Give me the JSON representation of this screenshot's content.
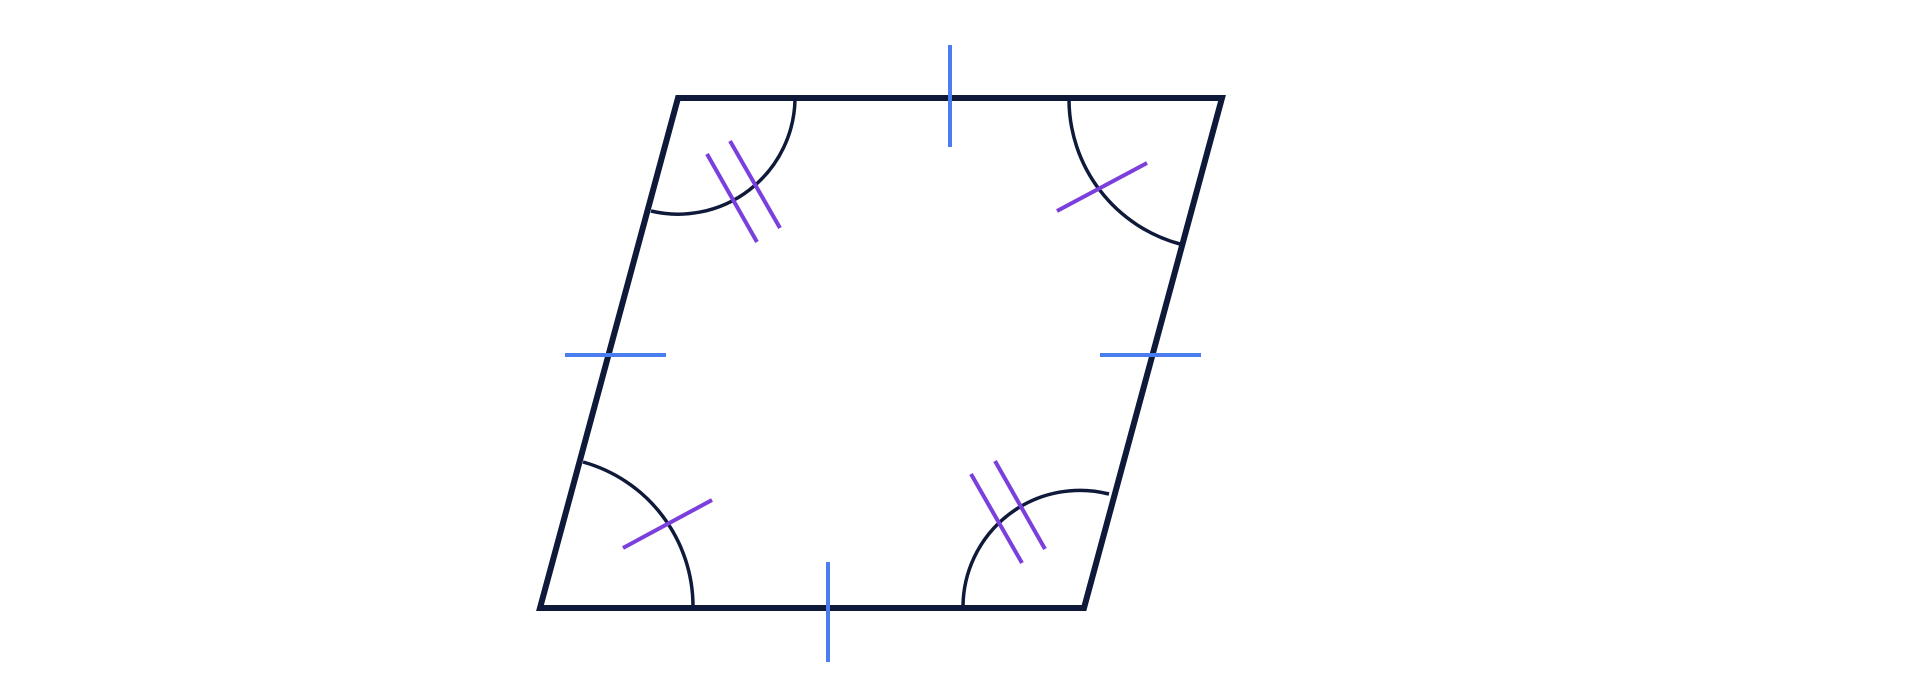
{
  "figure": {
    "shape": "rhombus",
    "colors": {
      "outline": "#0f1a3a",
      "side_ticks": "#4a7ef0",
      "angle_ticks": "#7a3fdc",
      "background": "#ffffff"
    },
    "side_marks": {
      "count_per_side": 1,
      "sides": [
        "top",
        "right",
        "bottom",
        "left"
      ]
    },
    "angle_marks": [
      {
        "vertex": "top-left",
        "arc_ticks": 2
      },
      {
        "vertex": "top-right",
        "arc_ticks": 1
      },
      {
        "vertex": "bottom-right",
        "arc_ticks": 2
      },
      {
        "vertex": "bottom-left",
        "arc_ticks": 1
      }
    ]
  }
}
